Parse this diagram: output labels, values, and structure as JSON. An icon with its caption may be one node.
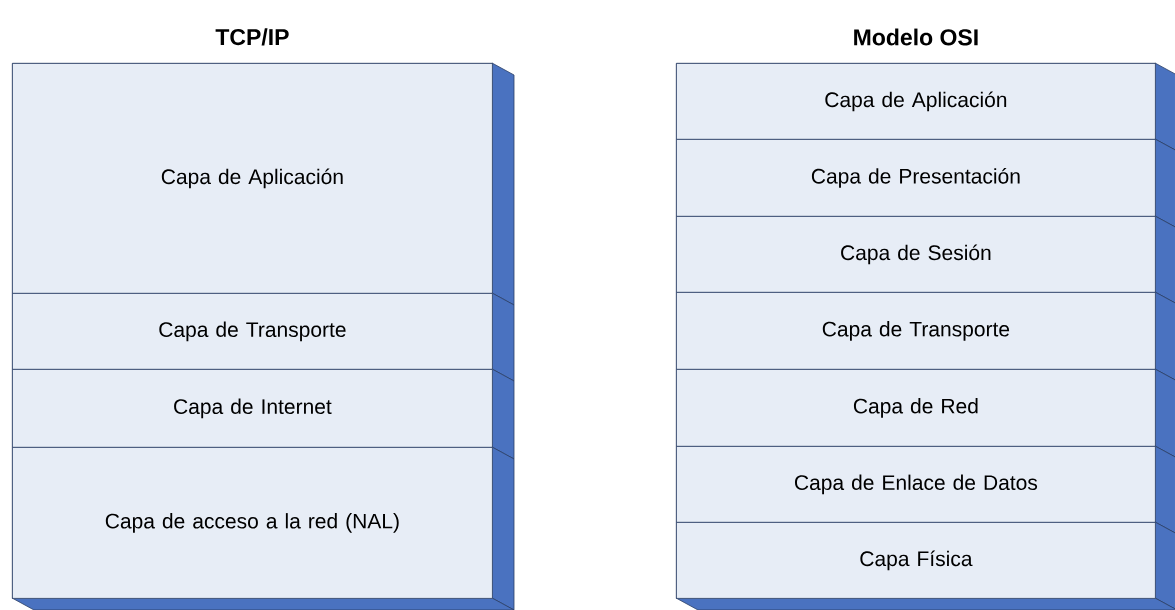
{
  "diagram": {
    "nodes": [
      {
        "text": [
          "TCP/IP"
        ]
      },
      {
        "text": [
          "Capa de Aplicación"
        ],
        "in": 0
      },
      {
        "text": [
          "Capa de Transporte"
        ],
        "in": 0
      },
      {
        "text": [
          "Capa de Internet"
        ],
        "in": 0
      },
      {
        "text": [
          "Capa de acceso a la red (NAL)"
        ],
        "in": 0
      },
      {
        "text": [
          "Modelo OSI"
        ]
      },
      {
        "text": [
          "Capa de Aplicación"
        ],
        "in": 5
      },
      {
        "text": [
          "Capa de Presentación"
        ],
        "in": 5
      },
      {
        "text": [
          "Capa de Sesión"
        ],
        "in": 5
      },
      {
        "text": [
          "Capa de Transporte"
        ],
        "in": 5
      },
      {
        "text": [
          "Capa de Red"
        ],
        "in": 5
      },
      {
        "text": [
          "Capa de Enlace de Datos"
        ],
        "in": 5
      },
      {
        "text": [
          "Capa Física"
        ],
        "in": 5
      }
    ]
  }
}
